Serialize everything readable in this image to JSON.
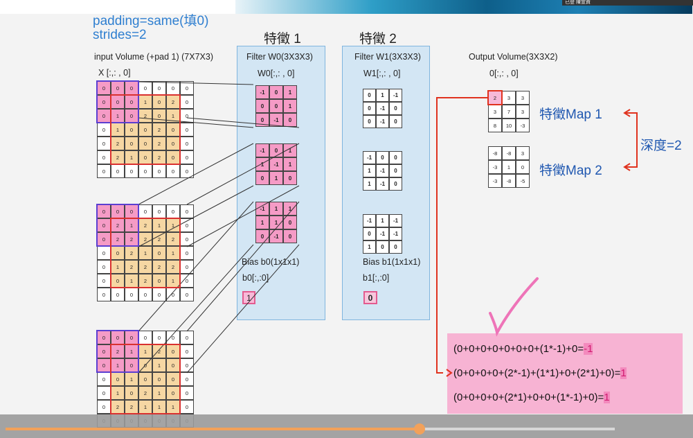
{
  "header": {
    "line1": "padding=same(填0)",
    "line2": "strides=2"
  },
  "speaker_label": "已登 陳宣資",
  "input_volume": {
    "title": "input Volume (+pad 1)  (7X7X3)",
    "slice_label": "X [:,: , 0]",
    "slices": [
      [
        [
          0,
          0,
          0,
          0,
          0,
          0,
          0
        ],
        [
          0,
          0,
          0,
          1,
          0,
          2,
          0
        ],
        [
          0,
          1,
          0,
          2,
          0,
          1,
          0
        ],
        [
          0,
          1,
          0,
          0,
          2,
          0,
          0
        ],
        [
          0,
          2,
          0,
          0,
          2,
          0,
          0
        ],
        [
          0,
          2,
          1,
          0,
          2,
          0,
          0
        ],
        [
          0,
          0,
          0,
          0,
          0,
          0,
          0
        ]
      ],
      [
        [
          0,
          0,
          0,
          0,
          0,
          0,
          0
        ],
        [
          0,
          2,
          1,
          2,
          1,
          1,
          0
        ],
        [
          0,
          2,
          2,
          2,
          2,
          2,
          0
        ],
        [
          0,
          0,
          2,
          1,
          0,
          1,
          0
        ],
        [
          0,
          1,
          2,
          2,
          2,
          2,
          0
        ],
        [
          0,
          0,
          1,
          2,
          0,
          1,
          0
        ],
        [
          0,
          0,
          0,
          0,
          0,
          0,
          0
        ]
      ],
      [
        [
          0,
          0,
          0,
          0,
          0,
          0,
          0
        ],
        [
          0,
          2,
          1,
          1,
          2,
          0,
          0
        ],
        [
          0,
          1,
          0,
          0,
          1,
          0,
          0
        ],
        [
          0,
          0,
          1,
          0,
          0,
          0,
          0
        ],
        [
          0,
          1,
          0,
          2,
          1,
          0,
          0
        ],
        [
          0,
          2,
          2,
          1,
          1,
          1,
          0
        ],
        [
          0,
          0,
          0,
          0,
          0,
          0,
          0
        ]
      ]
    ]
  },
  "filter0": {
    "heading": "特徵 1",
    "title": "Filter W0(3X3X3)",
    "slice_label": "W0[:,: , 0]",
    "slices": [
      [
        [
          -1,
          0,
          1
        ],
        [
          0,
          0,
          1
        ],
        [
          0,
          -1,
          0
        ]
      ],
      [
        [
          -1,
          0,
          1
        ],
        [
          1,
          -1,
          1
        ],
        [
          0,
          1,
          0
        ]
      ],
      [
        [
          -1,
          1,
          1
        ],
        [
          1,
          1,
          0
        ],
        [
          0,
          -1,
          0
        ]
      ]
    ],
    "bias_title": "Bias b0(1x1x1)",
    "bias_label": "b0[:,:0]",
    "bias_value": "1"
  },
  "filter1": {
    "heading": "特徵 2",
    "title": "Filter W1(3X3X3)",
    "slice_label": "W1[:,: , 0]",
    "slices": [
      [
        [
          0,
          1,
          -1
        ],
        [
          0,
          -1,
          0
        ],
        [
          0,
          -1,
          0
        ]
      ],
      [
        [
          -1,
          0,
          0
        ],
        [
          1,
          -1,
          0
        ],
        [
          1,
          -1,
          0
        ]
      ],
      [
        [
          -1,
          1,
          -1
        ],
        [
          0,
          -1,
          -1
        ],
        [
          1,
          0,
          0
        ]
      ]
    ],
    "bias_title": "Bias b1(1x1x1)",
    "bias_label": "b1[:,:0]",
    "bias_value": "0"
  },
  "output": {
    "title": "Output Volume(3X3X2)",
    "slice_label": "0[:,: , 0]",
    "map1": [
      [
        2,
        3,
        3
      ],
      [
        3,
        7,
        3
      ],
      [
        8,
        10,
        -3
      ]
    ],
    "map2": [
      [
        -8,
        -8,
        3
      ],
      [
        -3,
        1,
        0
      ],
      [
        -3,
        -8,
        -5
      ]
    ],
    "map1_label": "特徵Map 1",
    "map2_label": "特徵Map 2",
    "depth_label": "深度=2"
  },
  "calculation": {
    "lines": [
      {
        "expr": "(0+0+0+0+0+0+0+(1*-1)+0=",
        "result": "-1"
      },
      {
        "expr": "(0+0+0+0+(2*-1)+(1*1)+0+(2*1)+0)=",
        "result": "1"
      },
      {
        "expr": "(0+0+0+0+(2*1)+0+0+(1*-1)+0)=",
        "result": "1"
      }
    ]
  },
  "colors": {
    "title_blue": "#2f7fd0",
    "panel": "#d3e6f4",
    "filter_pink": "#f59bc6",
    "window_yellow": "#f6d7a3",
    "arrow_red": "#e0321e",
    "check_pink": "#ee74b8"
  },
  "video": {
    "progress": 0.68
  }
}
